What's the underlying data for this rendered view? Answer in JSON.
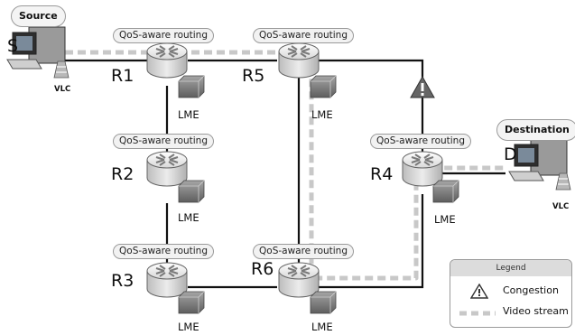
{
  "nodes": {
    "source": {
      "tag": "Source",
      "letter": "S",
      "app": "VLC"
    },
    "destination": {
      "tag": "Destination",
      "letter": "D",
      "app": "VLC"
    },
    "routers": [
      {
        "name": "R1",
        "bubble": "QoS-aware routing",
        "lme": "LME"
      },
      {
        "name": "R2",
        "bubble": "QoS-aware routing",
        "lme": "LME"
      },
      {
        "name": "R3",
        "bubble": "QoS-aware routing",
        "lme": "LME"
      },
      {
        "name": "R4",
        "bubble": "QoS-aware routing",
        "lme": "LME"
      },
      {
        "name": "R5",
        "bubble": "QoS-aware routing",
        "lme": "LME"
      },
      {
        "name": "R6",
        "bubble": "QoS-aware routing",
        "lme": "LME"
      }
    ]
  },
  "links": [
    [
      "S",
      "R1"
    ],
    [
      "R1",
      "R5"
    ],
    [
      "R1",
      "R2"
    ],
    [
      "R2",
      "R3"
    ],
    [
      "R3",
      "R6"
    ],
    [
      "R5",
      "R6"
    ],
    [
      "R5",
      "R4"
    ],
    [
      "R4",
      "R6"
    ],
    [
      "R4",
      "D"
    ]
  ],
  "video_stream_path": [
    "S",
    "R1",
    "R5",
    "R6",
    "R4",
    "D"
  ],
  "congestion_link": [
    "R5",
    "R4"
  ],
  "legend": {
    "title": "Legend",
    "items": [
      {
        "icon": "warning-triangle-icon",
        "label": "Congestion"
      },
      {
        "icon": "dashed-line-icon",
        "label": "Video stream"
      }
    ]
  },
  "colors": {
    "link": "#111111",
    "video_stream": "#c8c8c8",
    "router_body": "#dcdcdc",
    "router_top": "#f6f6f6"
  }
}
